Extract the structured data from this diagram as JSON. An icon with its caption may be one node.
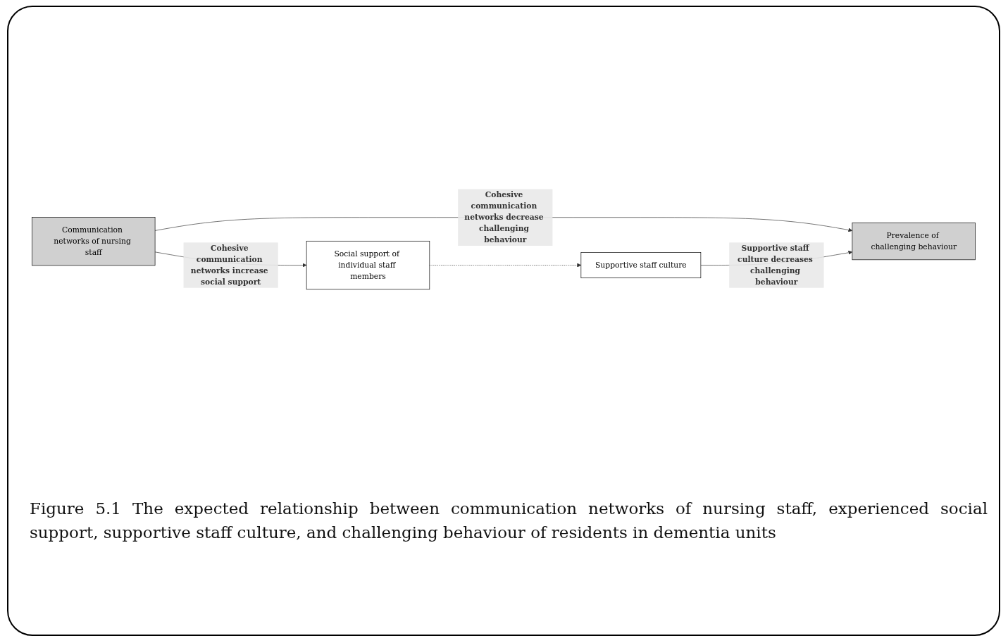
{
  "diagram": {
    "caption": "Figure 5.1 The expected relationship between communication networks of nursing staff, experienced social support, supportive staff culture, and challenging behaviour of residents in dementia units",
    "nodes": [
      {
        "text": [
          "Communication networks of nursing staff"
        ]
      },
      {
        "text": [
          "Prevalence of challenging behaviour"
        ]
      },
      {
        "text": [
          "Social support of individual staff members"
        ]
      },
      {
        "text": [
          "Supportive staff culture"
        ]
      }
    ],
    "edges": [
      {
        "from": 0,
        "to": 1,
        "arrow": "to",
        "label": "Cohesive communication networks decrease challenging behaviour"
      },
      {
        "from": 0,
        "to": 2,
        "arrow": "to",
        "label": "Cohesive communication networks increase social support"
      },
      {
        "from": 2,
        "to": 3,
        "arrow": "to",
        "style": "dashed"
      },
      {
        "from": 3,
        "to": 1,
        "arrow": "to",
        "label": "Supportive staff culture decreases challenging behaviour"
      }
    ]
  }
}
